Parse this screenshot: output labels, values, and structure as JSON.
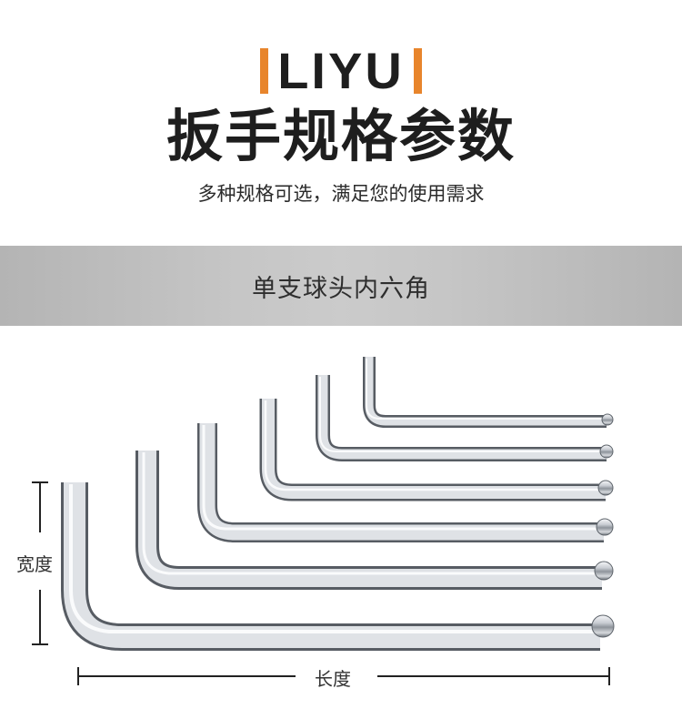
{
  "brand": {
    "name": "LIYU",
    "accent": "#e8852c"
  },
  "title": "扳手规格参数",
  "subtitle": "多种规格可选，满足您的使用需求",
  "band_label": "单支球头内六角",
  "dimensions": {
    "width_label": "宽度",
    "length_label": "长度"
  }
}
